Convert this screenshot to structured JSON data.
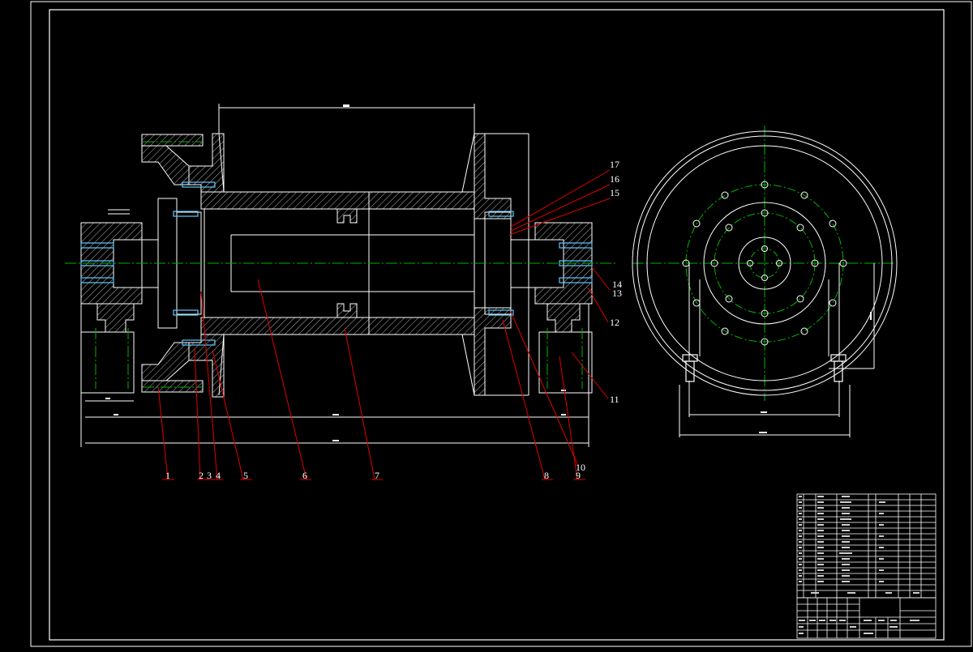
{
  "colors": {
    "background": "#000000",
    "outline": "#ffffff",
    "centerline": "#00b400",
    "leader": "#e00000",
    "bolt": "#60c8ff",
    "hatch": "#ffffff"
  },
  "part_labels": {
    "p1": "1",
    "p2": "2",
    "p3": "3",
    "p4": "4",
    "p5": "5",
    "p6": "6",
    "p7": "7",
    "p8": "8",
    "p9": "9",
    "p10": "10",
    "p11": "11",
    "p12": "12",
    "p13": "13",
    "p14": "14",
    "p15": "15",
    "p16": "16",
    "p17": "17"
  }
}
